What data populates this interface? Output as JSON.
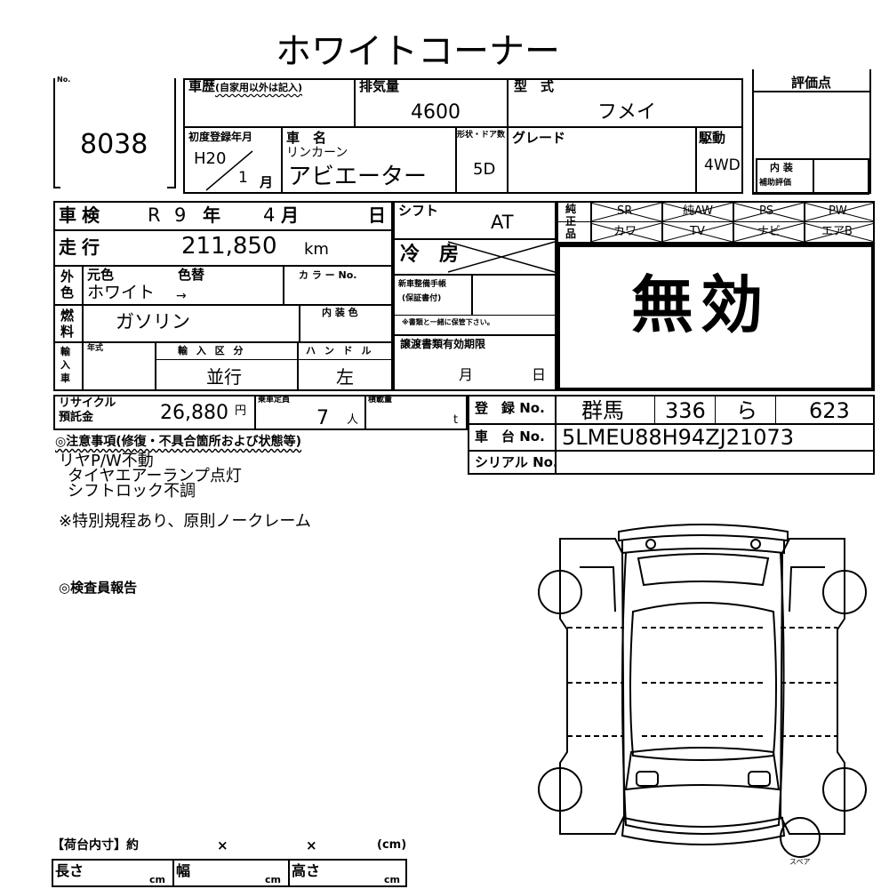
{
  "title": "ホワイトコーナー",
  "lot": {
    "no_label": "No.",
    "number": "8038"
  },
  "header": {
    "history_label": "車歴",
    "history_note": "(自家用以外は記入)",
    "displacement_label": "排気量",
    "displacement": "4600",
    "model_label": "型　式",
    "model": "フメイ",
    "score_label": "評価点",
    "first_reg_label": "初度登録年月",
    "first_reg_era": "H20",
    "first_reg_month": "1",
    "month_unit": "月",
    "car_name_label": "車　名",
    "maker": "リンカーン",
    "car_name": "アビエーター",
    "door_label": "形状・ドア数",
    "doors": "5D",
    "grade_label": "グレード",
    "drive_label": "駆動",
    "drive": "4WD",
    "interior_label": "内 装",
    "interior_sub": "補助評価"
  },
  "inspection": {
    "shaken_label": "車検",
    "shaken_era": "R",
    "shaken_year": "9",
    "year_unit": "年",
    "shaken_month": "4",
    "month_unit": "月",
    "day_unit": "日",
    "mileage_label": "走行",
    "mileage": "211,850",
    "mileage_unit": "km",
    "color_side_label": "外色",
    "orig_color_label": "元色",
    "repaint_label": "色替",
    "color": "ホワイト",
    "arrow": "→",
    "color_no_label": "カ ラ ー No.",
    "fuel_side_label": "燃料",
    "fuel": "ガソリン",
    "interior_color_label": "内 装 色",
    "import_side_label": "輸入車",
    "model_year_label": "年式",
    "import_type_label": "輸 入 区 分",
    "import_type": "並行",
    "handle_label": "ハ ン ド ル",
    "handle": "左"
  },
  "shift": {
    "label": "シフト",
    "value": "AT",
    "ac_label": "冷　房",
    "service_book_label": "新車整備手帳",
    "service_book_sub": "(保証書付)",
    "service_book_note": "※書類と一緒に保管下さい。",
    "transfer_label": "譲渡書類有効期限",
    "month_unit": "月",
    "day_unit": "日"
  },
  "equipment": {
    "side_label": "純正品",
    "row1": [
      "SR",
      "純AW",
      "PS",
      "PW"
    ],
    "row2": [
      "カワ",
      "TV",
      "ナビ",
      "エアB"
    ]
  },
  "stamp": "無効",
  "recycle": {
    "label1": "リサイクル",
    "label2": "預託金",
    "amount": "26,880",
    "yen": "円",
    "capacity_label": "乗車定員",
    "capacity": "7",
    "person_unit": "人",
    "load_label": "積載量",
    "ton_unit": "t"
  },
  "registration": {
    "reg_label": "登　録 No.",
    "reg_parts": [
      "群馬",
      "336",
      "ら",
      "623"
    ],
    "chassis_label": "車　台 No.",
    "chassis": "5LMEU88H94ZJ21073",
    "serial_label": "シリアル No."
  },
  "notes": {
    "title": "◎注意事項(修復・不具合箇所および状態等)",
    "lines": [
      "リヤP/W不動",
      "タイヤエアーランプ点灯",
      "シフトロック不調"
    ],
    "special": "※特別規程あり、原則ノークレーム",
    "inspector_title": "◎検査員報告"
  },
  "cargo": {
    "title": "【荷台内寸】約",
    "x1": "×",
    "x2": "×",
    "unit_paren": "(cm)",
    "length_label": "長さ",
    "width_label": "幅",
    "height_label": "高さ",
    "cm": "cm"
  },
  "diagram": {
    "spare_label": "スペア"
  }
}
